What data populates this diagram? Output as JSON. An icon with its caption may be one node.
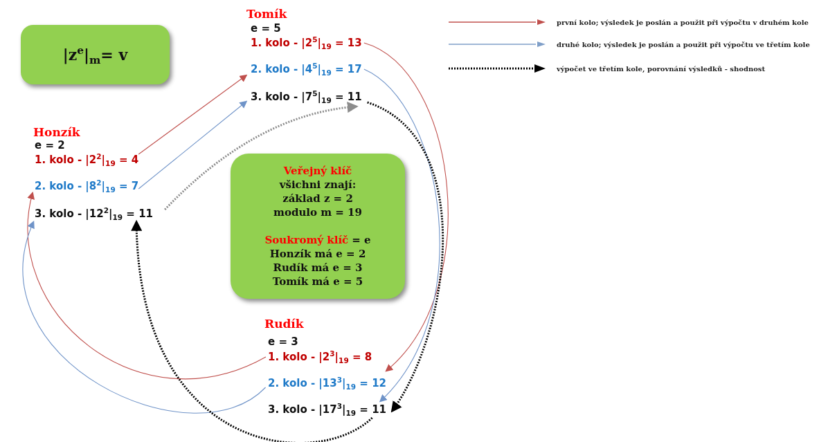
{
  "diagram": {
    "nodes": [
      {
        "text": [
          "|z$^{e}$|$_{m}$= v"
        ]
      },
      {
        "text": [
          "1. kolo - |2$^{5}$|$_{19}$ = 13"
        ]
      },
      {
        "text": [
          "2. kolo - |4$^{5}$|$_{19}$ = 17"
        ]
      },
      {
        "text": [
          "3. kolo - |7$^{5}$|$_{19}$ = 11"
        ]
      },
      {
        "text": [
          "1. kolo - |2$^{2}$|$_{19}$ = 4"
        ]
      },
      {
        "text": [
          "2. kolo - |8$^{2}$|$_{19}$ = 7"
        ]
      },
      {
        "text": [
          "3. kolo - |12$^{2}$|$_{19}$ = 11"
        ]
      },
      {
        "text": [
          "Veřejný klíč",
          "všichni znají:",
          "základ z = 2",
          "modulo m = 19",
          "Soukromý klíč",
          "= e",
          "Honzík má e = 2",
          "Rudík má e = 3",
          "Tomík má e = 5"
        ]
      },
      {
        "text": [
          "1. kolo - |2$^{3}$|$_{19}$ = 8"
        ]
      },
      {
        "text": [
          "2. kolo - |13$^{3}$|$_{19}$ = 12"
        ]
      },
      {
        "text": [
          "3. kolo - |17$^{3}$|$_{19}$ = 11"
        ]
      }
    ],
    "edges": [
      {
        "from": 4,
        "to": 2,
        "arrow": "to",
        "color": "#c0504d"
      },
      {
        "from": 5,
        "to": 3,
        "arrow": "to",
        "color": "#6f93c8"
      },
      {
        "from": 1,
        "to": 9,
        "arrow": "to",
        "color": "#c0504d"
      },
      {
        "from": 2,
        "to": 10,
        "arrow": "to",
        "color": "#6f93c8"
      },
      {
        "from": 8,
        "to": 5,
        "arrow": "to",
        "color": "#c0504d"
      },
      {
        "from": 9,
        "to": 6,
        "arrow": "to",
        "color": "#6f93c8"
      },
      {
        "from": 6,
        "to": 3,
        "arrow": "to",
        "style": "dashed",
        "color": "#8c8c8c"
      },
      {
        "from": 3,
        "to": 10,
        "arrow": "to",
        "style": "dashed",
        "color": "#000000"
      },
      {
        "from": 10,
        "to": 6,
        "arrow": "to",
        "style": "dashed",
        "color": "#000000"
      }
    ],
    "labels": [
      "Tomík",
      "e = 5",
      "Honzík",
      "e = 2",
      "Rudík",
      "e = 3"
    ],
    "legend": [
      {
        "text": "první kolo; výsledek je poslán a použit při výpočtu v druhém kole"
      },
      {
        "text": "druhé kolo; výsledek je poslán a použit při výpočtu ve třetím kole"
      },
      {
        "text": "výpočet ve třetím kole, porovnání výsledků - shodnost"
      }
    ]
  }
}
